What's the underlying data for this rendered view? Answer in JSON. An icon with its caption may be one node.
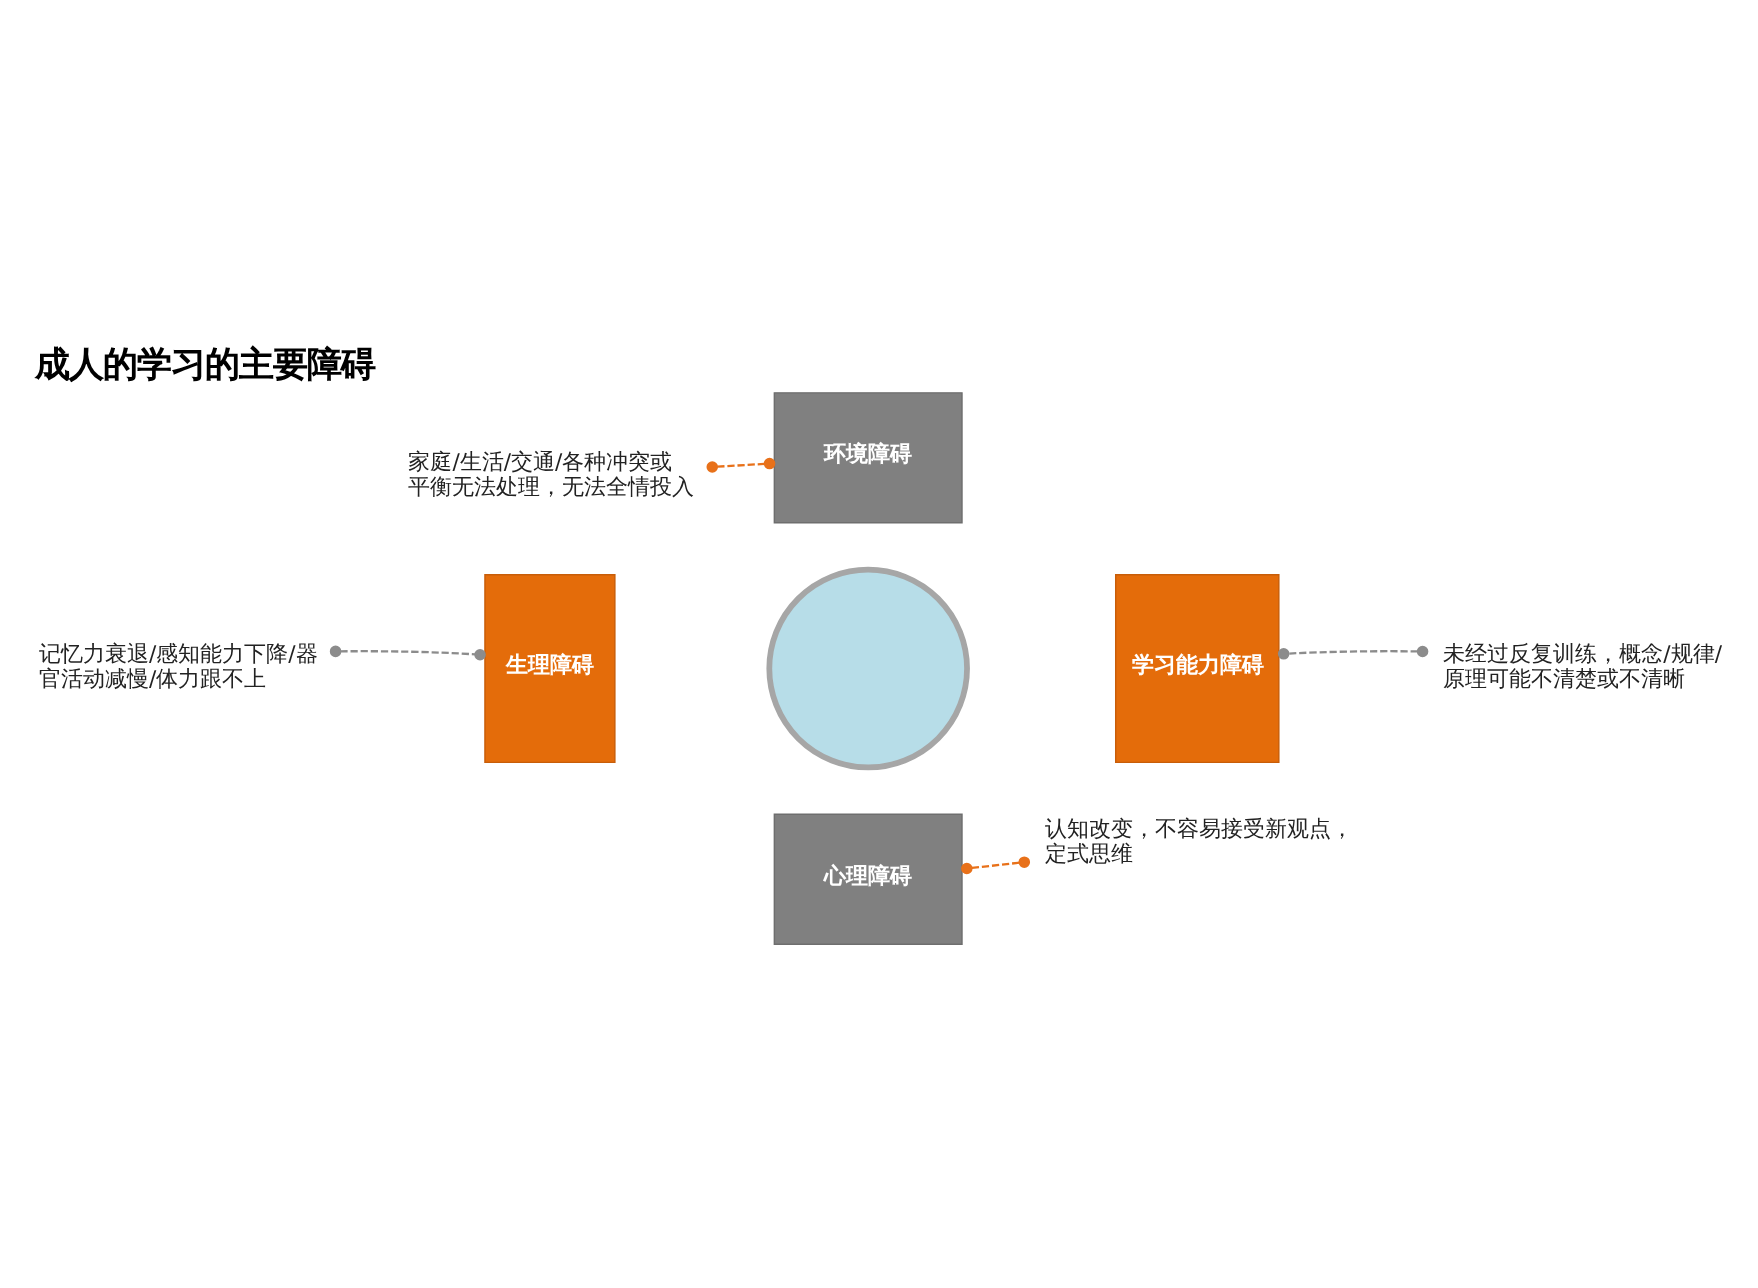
{
  "diagram": {
    "title": "成人的学习的主要障碍",
    "nodes": [
      {
        "text": [
          "家庭/生活/交通/各种冲突或平衡无法处理，无法全情投入"
        ]
      },
      {
        "text": [
          "环境障碍"
        ]
      },
      {
        "text": [
          "生理障碍"
        ]
      },
      {
        "text": [],
        "shape": "circle"
      },
      {
        "text": [
          "学习能力障碍"
        ]
      },
      {
        "text": [
          "未经过反复训练，概念/规律/原理可能不清楚或不清晰"
        ]
      },
      {
        "text": [
          "记忆力衰退/感知能力下降/器官活动减慢/体力跟不上"
        ]
      },
      {
        "text": [
          "心理障碍"
        ]
      },
      {
        "text": [
          "认知改变，不容易接受新观点，定式思维"
        ]
      }
    ],
    "edges": [
      {
        "from": 0,
        "to": 1,
        "arrow": "other",
        "style": "dashed",
        "color": "#e8711a"
      },
      {
        "from": 6,
        "to": 2,
        "arrow": "other",
        "style": "dashed",
        "color": "#8c8c8c"
      },
      {
        "from": 5,
        "to": 4,
        "arrow": "other",
        "style": "dashed",
        "color": "#8c8c8c"
      },
      {
        "from": 8,
        "to": 7,
        "arrow": "other",
        "style": "dashed",
        "color": "#e8711a"
      }
    ]
  }
}
